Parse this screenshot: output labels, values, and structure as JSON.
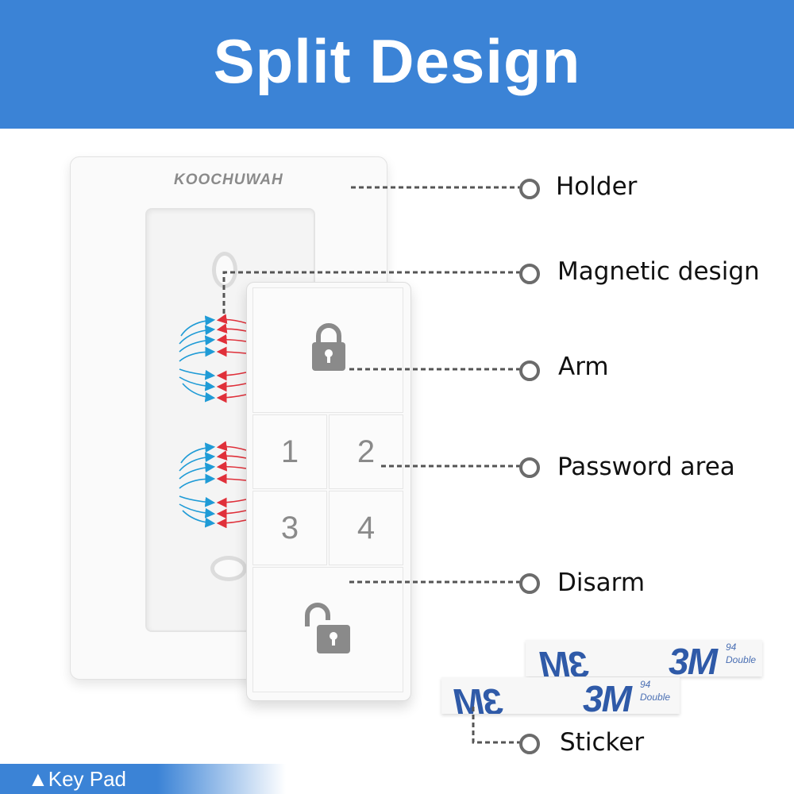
{
  "banner": {
    "title": "Split Design",
    "color": "#3b83d6"
  },
  "brand": "KOOCHUWAH",
  "keypad": {
    "keys": [
      "1",
      "2",
      "3",
      "4"
    ],
    "arm_icon": "locked-padlock-icon",
    "disarm_icon": "unlocked-padlock-icon"
  },
  "callouts": {
    "holder": "Holder",
    "magnetic": "Magnetic design",
    "arm": "Arm",
    "password": "Password area",
    "disarm": "Disarm",
    "sticker": "Sticker"
  },
  "stickers": {
    "brand": "3M",
    "text": "Double",
    "code": "94"
  },
  "footer": {
    "label": "▲Key Pad"
  },
  "colors": {
    "field_blue": "#1f9bd6",
    "field_red": "#e0303a",
    "key_gray": "#8a8a8a"
  }
}
